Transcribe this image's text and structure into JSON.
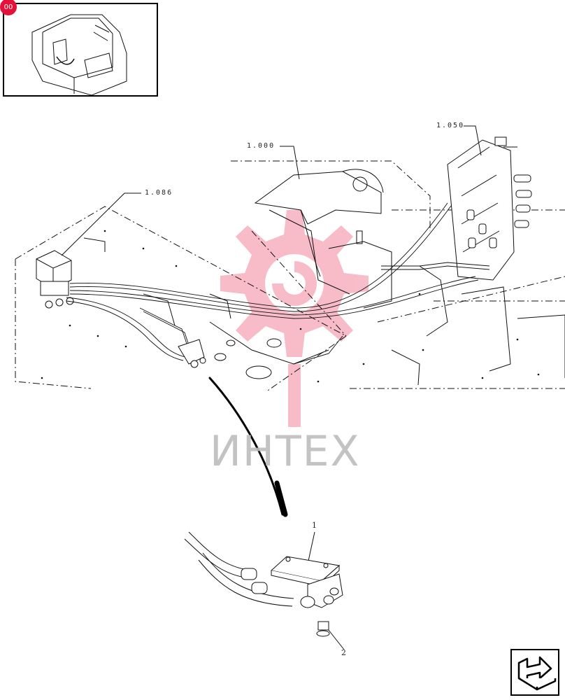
{
  "thumbnail": {
    "badge": "00"
  },
  "callouts": {
    "c1086": "1.086",
    "c1000": "1.000",
    "c1050": "1.050"
  },
  "parts": {
    "p1": "1",
    "p2": "2"
  },
  "watermark": {
    "text": "ИНТЕХ",
    "color": "#e3123a"
  },
  "nav": {
    "icon": "next-page-arrow-icon"
  }
}
